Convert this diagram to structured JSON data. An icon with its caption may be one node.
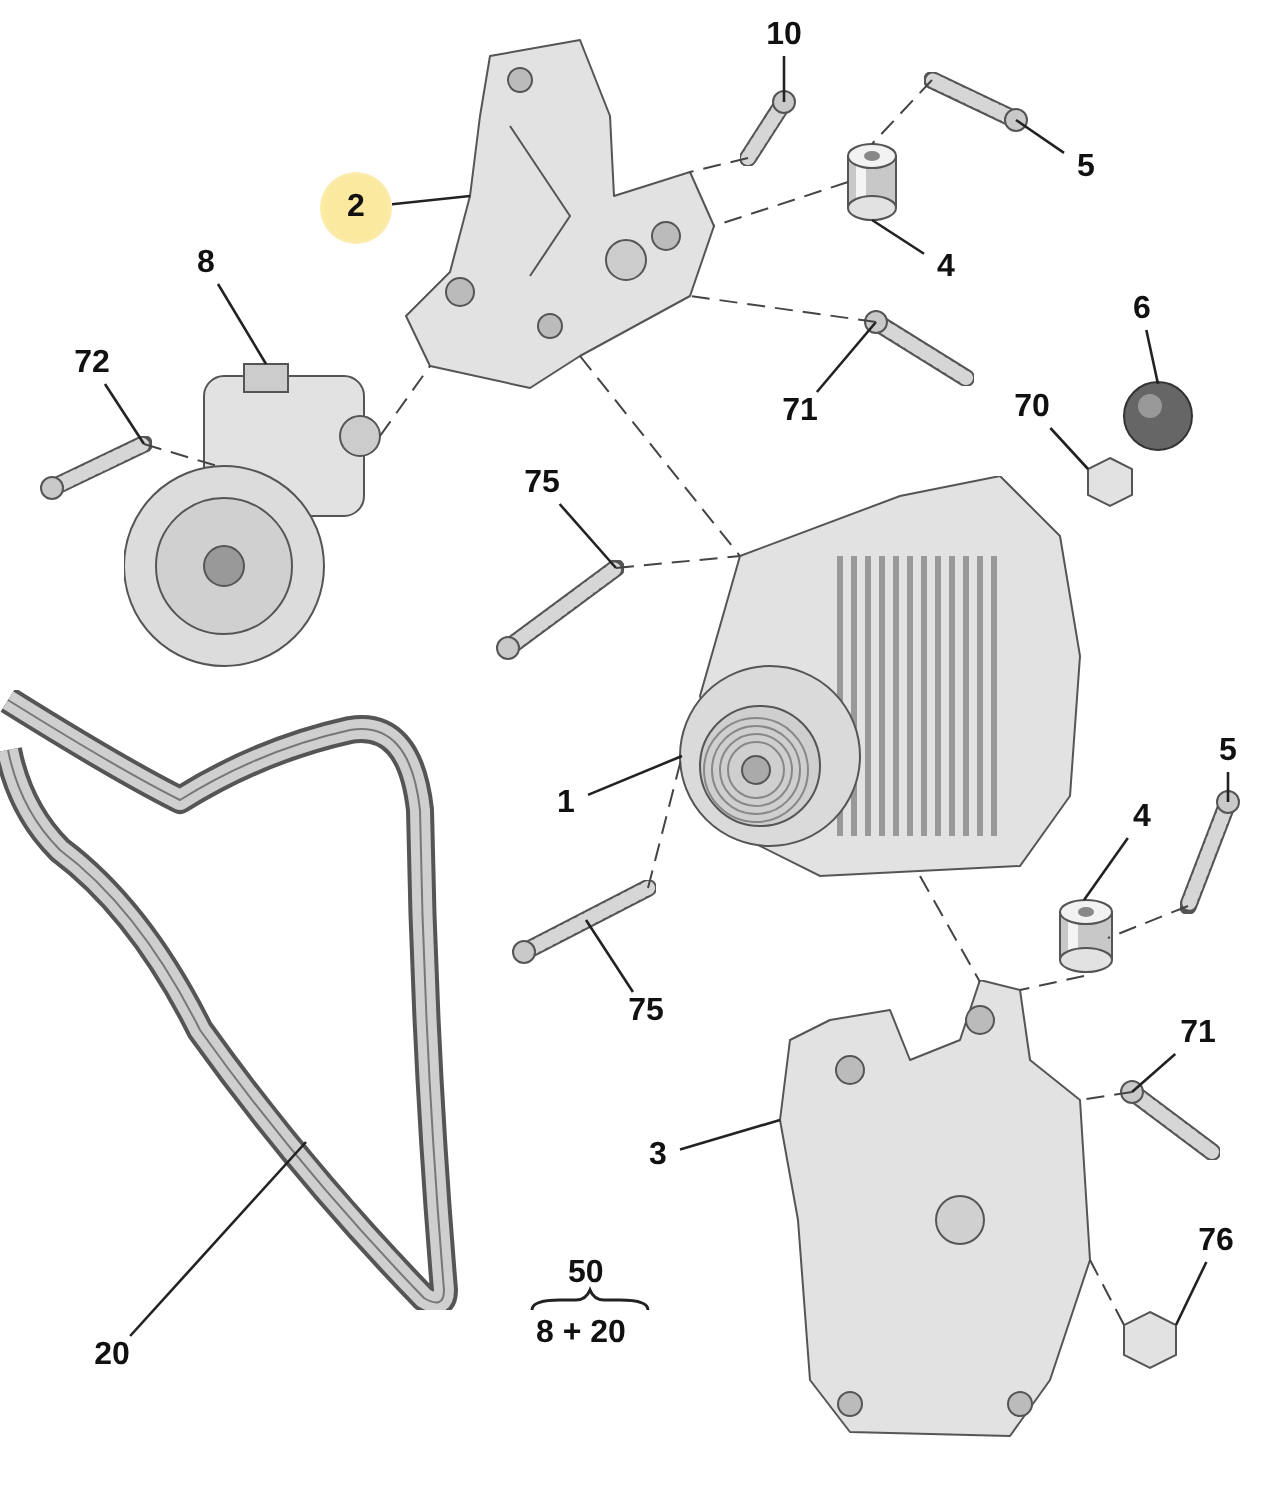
{
  "diagram": {
    "nodes": [
      {
        "text": [
          "10"
        ]
      },
      {
        "text": [],
        "shape": "picture"
      },
      {
        "text": [
          "5"
        ]
      },
      {
        "text": [],
        "shape": "picture"
      },
      {
        "text": [
          "2"
        ]
      },
      {
        "text": [],
        "shape": "picture"
      },
      {
        "text": [
          "8"
        ]
      },
      {
        "text": [],
        "shape": "picture"
      },
      {
        "text": [
          "4"
        ]
      },
      {
        "text": [],
        "shape": "picture"
      },
      {
        "text": [
          "6"
        ]
      },
      {
        "text": [],
        "shape": "picture"
      },
      {
        "text": [
          "72"
        ]
      },
      {
        "text": [],
        "shape": "picture"
      },
      {
        "text": [
          "71"
        ]
      },
      {
        "text": [],
        "shape": "picture"
      },
      {
        "text": [
          "70"
        ]
      },
      {
        "text": [],
        "shape": "picture"
      },
      {
        "text": [
          "75"
        ]
      },
      {
        "text": [],
        "shape": "picture"
      },
      {
        "text": [
          "1"
        ]
      },
      {
        "text": [],
        "shape": "picture"
      },
      {
        "text": [
          "5"
        ]
      },
      {
        "text": [],
        "shape": "picture"
      },
      {
        "text": [
          "4"
        ]
      },
      {
        "text": [],
        "shape": "picture"
      },
      {
        "text": [
          "75"
        ]
      },
      {
        "text": [],
        "shape": "picture"
      },
      {
        "text": [
          "71"
        ]
      },
      {
        "text": [],
        "shape": "picture"
      },
      {
        "text": [
          "3"
        ]
      },
      {
        "text": [],
        "shape": "picture"
      },
      {
        "text": [
          "20"
        ]
      },
      {
        "text": [],
        "shape": "picture"
      },
      {
        "text": [
          "76"
        ]
      },
      {
        "text": [],
        "shape": "picture"
      }
    ],
    "edges": [
      {
        "from": 0,
        "to": 1,
        "arrow": "none"
      },
      {
        "from": 2,
        "to": 3,
        "arrow": "none"
      },
      {
        "from": 4,
        "to": 5,
        "arrow": "none"
      },
      {
        "from": 6,
        "to": 7,
        "arrow": "none"
      },
      {
        "from": 8,
        "to": 9,
        "arrow": "none"
      },
      {
        "from": 10,
        "to": 11,
        "arrow": "none"
      },
      {
        "from": 12,
        "to": 13,
        "arrow": "none"
      },
      {
        "from": 14,
        "to": 15,
        "arrow": "none"
      },
      {
        "from": 16,
        "to": 17,
        "arrow": "none"
      },
      {
        "from": 18,
        "to": 19,
        "arrow": "none"
      },
      {
        "from": 20,
        "to": 21,
        "arrow": "none"
      },
      {
        "from": 22,
        "to": 23,
        "arrow": "none"
      },
      {
        "from": 24,
        "to": 25,
        "arrow": "none"
      },
      {
        "from": 26,
        "to": 27,
        "arrow": "none"
      },
      {
        "from": 28,
        "to": 29,
        "arrow": "none"
      },
      {
        "from": 30,
        "to": 31,
        "arrow": "none"
      },
      {
        "from": 32,
        "to": 33,
        "arrow": "none"
      },
      {
        "from": 34,
        "to": 35,
        "arrow": "none"
      },
      {
        "from": 1,
        "to": 5,
        "arrow": "none",
        "style": "dashed"
      },
      {
        "from": 3,
        "to": 9,
        "arrow": "none",
        "style": "dashed"
      },
      {
        "from": 9,
        "to": 5,
        "arrow": "none",
        "style": "dashed"
      },
      {
        "from": 15,
        "to": 5,
        "arrow": "none",
        "style": "dashed"
      },
      {
        "from": 13,
        "to": 7,
        "arrow": "none",
        "style": "dashed"
      },
      {
        "from": 7,
        "to": 5,
        "arrow": "none",
        "style": "dashed"
      },
      {
        "from": 5,
        "to": 21,
        "arrow": "none",
        "style": "dashed"
      },
      {
        "from": 19,
        "to": 21,
        "arrow": "none",
        "style": "dashed"
      },
      {
        "from": 27,
        "to": 21,
        "arrow": "none",
        "style": "dashed"
      },
      {
        "from": 23,
        "to": 25,
        "arrow": "none",
        "style": "dashed"
      },
      {
        "from": 25,
        "to": 31,
        "arrow": "none",
        "style": "dashed"
      },
      {
        "from": 29,
        "to": 31,
        "arrow": "none",
        "style": "dashed"
      },
      {
        "from": 21,
        "to": 31,
        "arrow": "none",
        "style": "dashed"
      },
      {
        "from": 35,
        "to": 31,
        "arrow": "none",
        "style": "dashed"
      }
    ],
    "labels": [
      "50",
      "8 + 20"
    ]
  }
}
